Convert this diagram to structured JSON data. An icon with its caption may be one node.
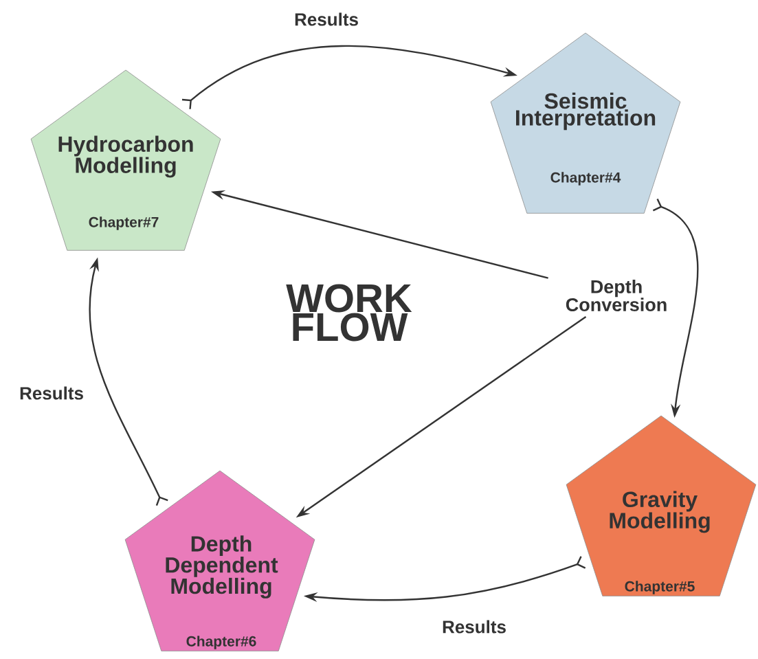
{
  "diagram": {
    "title": "WORK FLOW",
    "nodes": [
      {
        "text": [
          "Hydrocarbon Modelling",
          "Chapter#7"
        ]
      },
      {
        "text": [
          "Seismic Interpretation",
          "Chapter#4"
        ]
      },
      {
        "text": [
          "Depth Conversion"
        ]
      },
      {
        "text": [
          "Gravity Modelling",
          "Chapter#5"
        ]
      },
      {
        "text": [
          "Depth Dependent Modelling",
          "Chapter#6"
        ]
      }
    ],
    "edges": [
      {
        "from": 0,
        "to": 1,
        "arrow": "to",
        "label": "Results"
      },
      {
        "from": 1,
        "to": 3,
        "arrow": "to"
      },
      {
        "from": 3,
        "to": 4,
        "arrow": "to",
        "label": "Results"
      },
      {
        "from": 4,
        "to": 0,
        "arrow": "to",
        "label": "Results"
      },
      {
        "from": 2,
        "to": 0,
        "arrow": "to"
      },
      {
        "from": 2,
        "to": 4,
        "arrow": "to"
      }
    ]
  }
}
